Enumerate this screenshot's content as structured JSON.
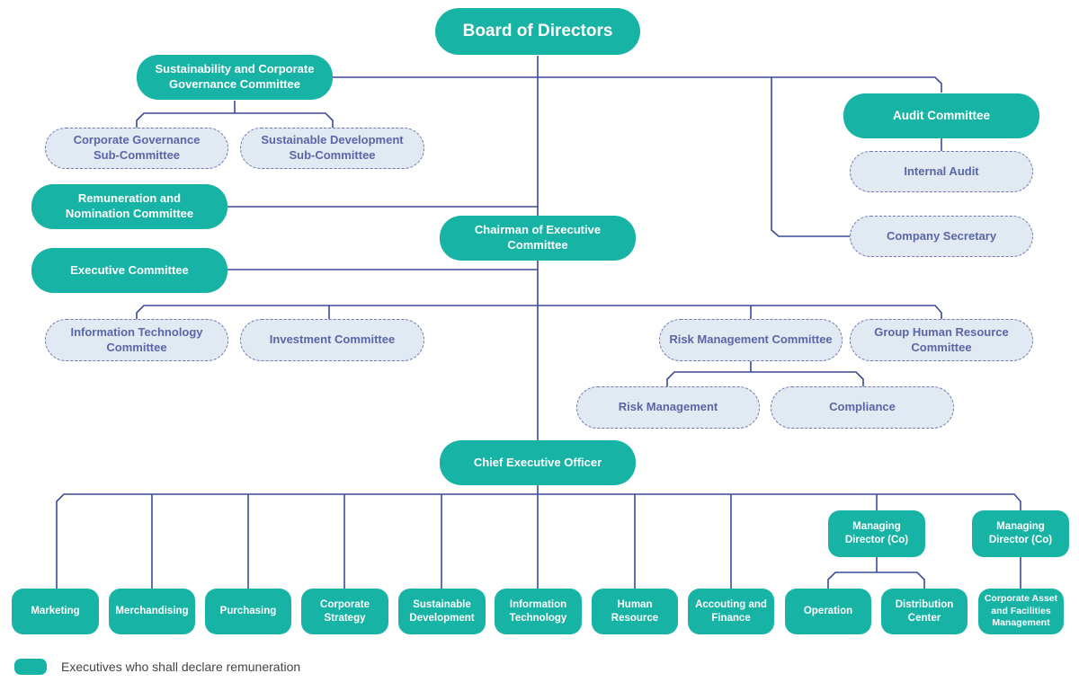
{
  "org_chart": {
    "board": "Board of Directors",
    "sustainability_committee": "Sustainability and Corporate\nGovernance Committee",
    "cg_subcommittee": "Corporate Governance\nSub-Committee",
    "sd_subcommittee": "Sustainable Development\nSub-Committee",
    "remuneration_committee": "Remuneration and\nNomination Committee",
    "audit_committee": "Audit Committee",
    "internal_audit": "Internal Audit",
    "company_secretary": "Company Secretary",
    "chairman_exco": "Chairman of Executive\nCommittee",
    "executive_committee": "Executive Committee",
    "it_committee": "Information Technology\nCommittee",
    "investment_committee": "Investment Committee",
    "risk_committee": "Risk Management Committee",
    "ghr_committee": "Group Human Resource\nCommittee",
    "risk_management": "Risk Management",
    "compliance": "Compliance",
    "ceo": "Chief Executive Officer",
    "md_co_1": "Managing\nDirector (Co)",
    "md_co_2": "Managing\nDirector (Co)",
    "departments": {
      "marketing": "Marketing",
      "merchandising": "Merchandising",
      "purchasing": "Purchasing",
      "corporate_strategy": "Corporate\nStrategy",
      "sustainable_development": "Sustainable\nDevelopment",
      "information_technology": "Information\nTechnology",
      "human_resource": "Human\nResource",
      "accounting_finance": "Accouting and\nFinance",
      "operation": "Operation",
      "distribution_center": "Distribution\nCenter",
      "corporate_asset": "Corporate Asset\nand Facilities\nManagement"
    }
  },
  "legend": {
    "label": "Executives who shall declare remuneration"
  },
  "colors": {
    "executive_fill": "#17b3a5",
    "committee_fill": "#e1e9f2",
    "committee_text": "#5b66a8",
    "connector": "#3a4a9a"
  }
}
